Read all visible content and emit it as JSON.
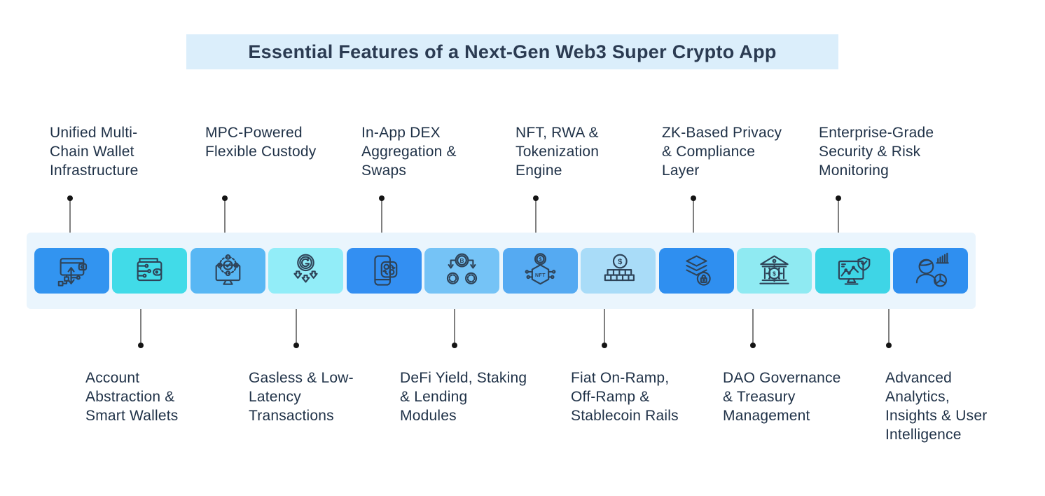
{
  "title": {
    "text": "Essential Features of a Next-Gen Web3 Super Crypto App"
  },
  "colors": {
    "title_bg": "#dbeefb",
    "band_bg": "#eaf5fd",
    "title_text": "#2b3b52",
    "label_text": "#1f3147",
    "connector_line": "#7f7f7f",
    "connector_dot": "#141414",
    "icon_stroke": "#2e4358"
  },
  "top_features": [
    {
      "label": "Unified Multi-\nChain Wallet\nInfrastructure"
    },
    {
      "label": "MPC-Powered\nFlexible Custody"
    },
    {
      "label": "In-App DEX\nAggregation &\nSwaps"
    },
    {
      "label": "NFT, RWA &\nTokenization\nEngine"
    },
    {
      "label": "ZK-Based Privacy\n& Compliance\nLayer"
    },
    {
      "label": "Enterprise-Grade\nSecurity & Risk\nMonitoring"
    }
  ],
  "bottom_features": [
    {
      "label": "Account\nAbstraction &\nSmart Wallets"
    },
    {
      "label": "Gasless & Low-\nLatency\nTransactions"
    },
    {
      "label": "DeFi Yield, Staking\n& Lending\nModules"
    },
    {
      "label": "Fiat On-Ramp,\nOff-Ramp &\nStablecoin Rails"
    },
    {
      "label": "DAO Governance\n& Treasury\nManagement"
    },
    {
      "label": "Advanced\nAnalytics,\nInsights & User\nIntelligence"
    }
  ],
  "band": {
    "tiles": [
      {
        "icon": "multichain-wallet-icon",
        "color": "#3294f0"
      },
      {
        "icon": "smart-wallet-circuit-icon",
        "color": "#41dbe8"
      },
      {
        "icon": "mpc-custody-monitor-icon",
        "color": "#58b7f4"
      },
      {
        "icon": "gasless-coin-arrows-icon",
        "color": "#92edf8"
      },
      {
        "icon": "dex-swap-phone-icon",
        "color": "#338ff2"
      },
      {
        "icon": "defi-yield-coins-icon",
        "color": "#75c3f6"
      },
      {
        "icon": "nft-tokenization-icon",
        "color": "#55aaf2"
      },
      {
        "icon": "fiat-ramp-coin-bricks-icon",
        "color": "#a9dcf8"
      },
      {
        "icon": "zk-privacy-layers-lock-icon",
        "color": "#2f8ff0"
      },
      {
        "icon": "dao-governance-bank-icon",
        "color": "#8feaf2"
      },
      {
        "icon": "security-monitor-shield-icon",
        "color": "#3ed5e6"
      },
      {
        "icon": "analytics-user-charts-icon",
        "color": "#2f8ff0"
      }
    ]
  }
}
